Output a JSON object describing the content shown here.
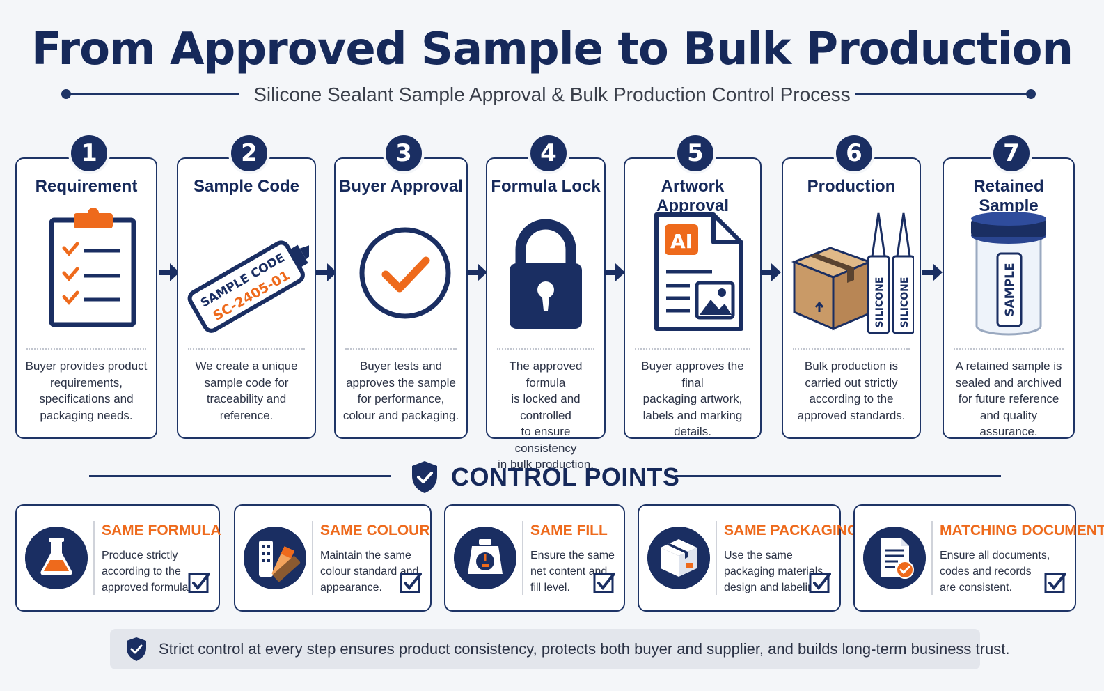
{
  "title": "From Approved Sample to Bulk Production",
  "subtitle": "Silicone Sealant Sample Approval & Bulk Production Control Process",
  "colors": {
    "navy": "#1a2e62",
    "orange": "#ee6a1c",
    "box": "#c99a67"
  },
  "steps": [
    {
      "num": "1",
      "title": "Requirement",
      "icon": "clipboard-checklist-icon",
      "desc": [
        "Buyer provides product",
        "requirements,",
        "specifications and",
        "packaging needs."
      ]
    },
    {
      "num": "2",
      "title": "Sample Code",
      "icon": "sample-tube-label-icon",
      "label1": "SAMPLE CODE",
      "label2": "SC-2405-01",
      "desc": [
        "We create a unique",
        "sample code for",
        "traceability and",
        "reference."
      ]
    },
    {
      "num": "3",
      "title": "Buyer Approval",
      "icon": "checkmark-circle-icon",
      "desc": [
        "Buyer tests and",
        "approves the sample",
        "for performance,",
        "colour and packaging."
      ]
    },
    {
      "num": "4",
      "title": "Formula Lock",
      "icon": "padlock-icon",
      "desc": [
        "The approved formula",
        "is locked and controlled",
        "to ensure consistency",
        "in bulk production."
      ]
    },
    {
      "num": "5",
      "title": "Artwork Approval",
      "icon": "artwork-document-icon",
      "ai": "AI",
      "desc": [
        "Buyer approves the final",
        "packaging artwork,",
        "labels and marking",
        "details."
      ]
    },
    {
      "num": "6",
      "title": "Production",
      "icon": "box-and-cartridges-icon",
      "cartridge": "SILICONE",
      "desc": [
        "Bulk production is",
        "carried out strictly",
        "according to the",
        "approved standards."
      ]
    },
    {
      "num": "7",
      "title": "Retained Sample",
      "icon": "sample-jar-icon",
      "jar": "SAMPLE",
      "desc": [
        "A retained sample is",
        "sealed and archived",
        "for future reference",
        "and quality assurance."
      ]
    }
  ],
  "control": {
    "heading": "CONTROL POINTS",
    "items": [
      {
        "title": "SAME FORMULA",
        "icon": "flask-icon",
        "desc": [
          "Produce strictly",
          "according to the",
          "approved formula."
        ]
      },
      {
        "title": "SAME COLOUR",
        "icon": "colour-swatch-icon",
        "desc": [
          "Maintain the same",
          "colour standard and",
          "appearance."
        ]
      },
      {
        "title": "SAME FILL",
        "icon": "scale-icon",
        "desc": [
          "Ensure the same",
          "net content and",
          "fill level."
        ]
      },
      {
        "title": "SAME PACKAGING",
        "icon": "package-icon",
        "desc": [
          "Use the same",
          "packaging materials,",
          "design and labeling."
        ]
      },
      {
        "title": "MATCHING DOCUMENTS",
        "icon": "document-check-icon",
        "desc": [
          "Ensure all documents,",
          "codes and records",
          "are consistent."
        ]
      }
    ]
  },
  "footer": "Strict control at every step ensures product consistency, protects both buyer and supplier, and builds long-term business trust."
}
